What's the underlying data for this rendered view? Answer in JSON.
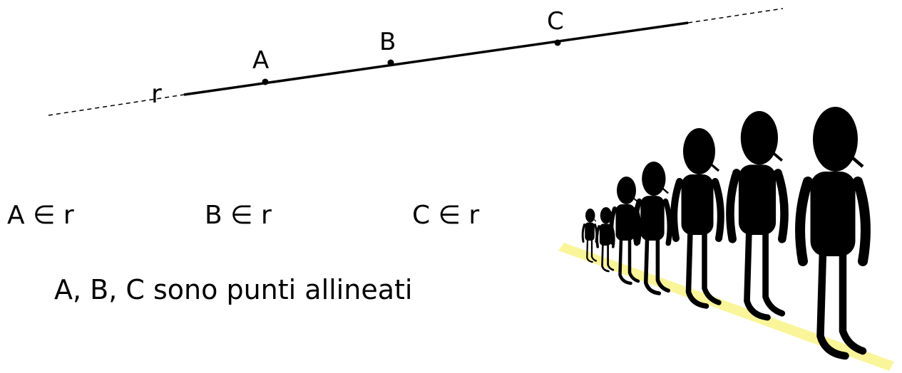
{
  "line": {
    "name": "r",
    "points": [
      {
        "label": "A"
      },
      {
        "label": "B"
      },
      {
        "label": "C"
      }
    ]
  },
  "memberships": [
    "A ∈ r",
    "B ∈ r",
    "C ∈ r"
  ],
  "caption": "A, B, C  sono punti allineati",
  "colors": {
    "line": "#000000",
    "ground_stripe": "#fbf59a",
    "figures": "#000000"
  },
  "illustration": {
    "description_icon": "walking-figures-icon",
    "figure_count": 7
  }
}
